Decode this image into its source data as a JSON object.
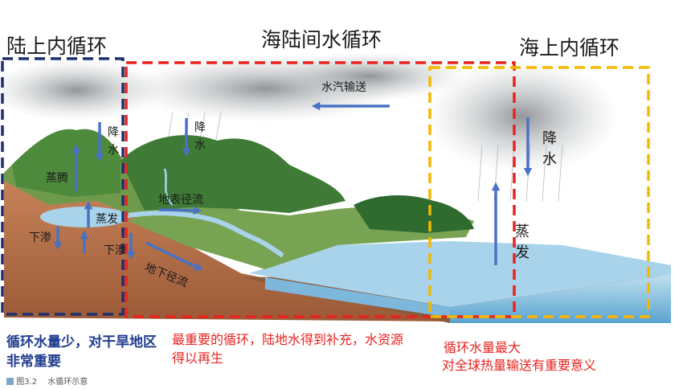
{
  "titles": {
    "land": "陆上内循环",
    "sea_land": "海陆间水循环",
    "sea": "海上内循环"
  },
  "labels": {
    "vapor_transport": "水汽输送",
    "precip_left": "降水",
    "precip_mid": "降水",
    "precip_right": "降水",
    "evap_mountain": "蒸腾",
    "evap_lake": "蒸发",
    "evap_sea": "蒸发",
    "infiltration_left": "下渗",
    "infiltration_right": "下渗",
    "surface_runoff": "地表径流",
    "groundwater_runoff": "地下径流"
  },
  "notes": {
    "land": "循环水量少，对干旱地区非常重要",
    "sea_land": "最重要的循环，陆地水得到补充，水资源得以再生",
    "sea_line1": "循环水量最大",
    "sea_line2": "对全球热量输送有重要意义"
  },
  "caption": {
    "fig_no": "图3.2",
    "text": "水循环示意"
  },
  "colors": {
    "land_box": "#1f2f6e",
    "sea_land_box": "#e8231f",
    "sea_box": "#f5b800",
    "arrow": "#4a72c4"
  }
}
